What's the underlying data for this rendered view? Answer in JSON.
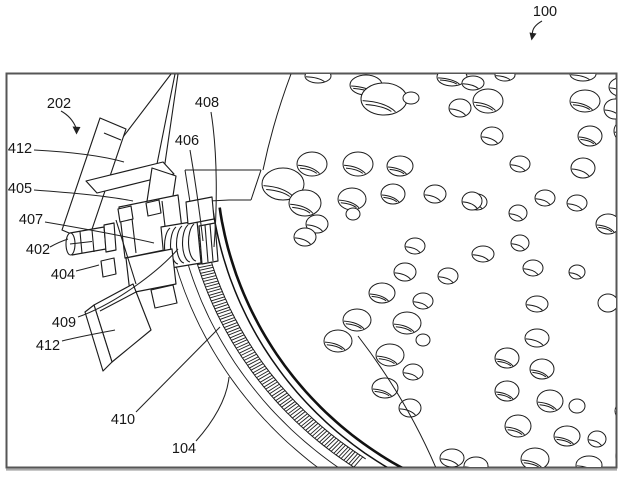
{
  "figure": {
    "title": "patent-style mechanical drawing",
    "labels": {
      "n100": "100",
      "n202": "202",
      "n412a": "412",
      "n405": "405",
      "n407": "407",
      "n402": "402",
      "n404": "404",
      "n409": "409",
      "n412b": "412",
      "n410": "410",
      "n104": "104",
      "n406": "406",
      "n408": "408"
    },
    "colors": {
      "line": "#1c1c1c",
      "dark_rim": "#111111",
      "frame": "#565656",
      "background": "#ffffff"
    }
  }
}
